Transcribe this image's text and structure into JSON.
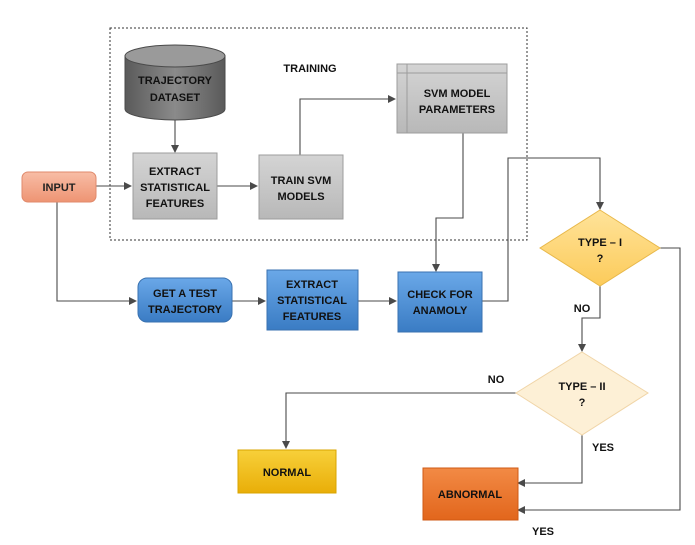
{
  "training_label": "TRAINING",
  "nodes": {
    "dataset": [
      "TRAJECTORY",
      "DATASET"
    ],
    "input": [
      "INPUT"
    ],
    "extract_train": [
      "EXTRACT",
      "STATISTICAL",
      "FEATURES"
    ],
    "train_svm": [
      "TRAIN SVM",
      "MODELS"
    ],
    "svm_params": [
      "SVM MODEL",
      "PARAMETERS"
    ],
    "get_test": [
      "GET A TEST",
      "TRAJECTORY"
    ],
    "extract_test": [
      "EXTRACT",
      "STATISTICAL",
      "FEATURES"
    ],
    "check": [
      "CHECK FOR",
      "ANAMOLY"
    ],
    "type1": [
      "TYPE – I",
      "?"
    ],
    "type2": [
      "TYPE – II",
      "?"
    ],
    "normal": [
      "NORMAL"
    ],
    "abnormal": [
      "ABNORMAL"
    ]
  },
  "edge_labels": {
    "type1_no": "NO",
    "type2_no": "NO",
    "type2_yes": "YES",
    "type1_yes": "YES"
  },
  "colors": {
    "gray_box": "#c4c4c4",
    "dataset_fill": "#6e6e6e",
    "input_fill": "#f4a78c",
    "blue_box": "#4a8fd6",
    "diamond_fill": "#ffd97a",
    "diamond_light": "#fdf0d6",
    "normal_fill": "#f2c014",
    "abnormal_fill": "#ee7a30"
  }
}
